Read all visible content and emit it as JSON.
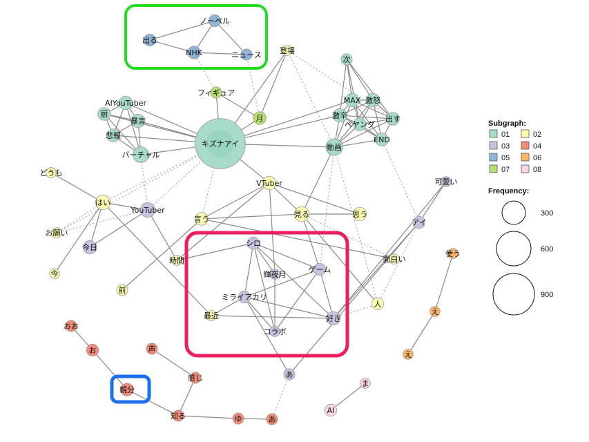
{
  "colors": {
    "01": "#a8dcc8",
    "02": "#ffffb3",
    "03": "#c4c4e0",
    "04": "#f28b78",
    "05": "#8fb4d6",
    "06": "#fdb668",
    "07": "#b8de6f",
    "08": "#fcd5e6"
  },
  "highlight_colors": {
    "green": "#22dd22",
    "red": "#ee1f5e",
    "blue": "#1e6ff0"
  },
  "legend": {
    "subgraph_title": "Subgraph:",
    "subgraphs": [
      "01",
      "02",
      "03",
      "04",
      "05",
      "06",
      "07",
      "08"
    ],
    "frequency_title": "Frequency:",
    "frequencies": [
      "300",
      "600",
      "900"
    ]
  },
  "nodes": [
    {
      "id": "ノーベル",
      "g": "05",
      "f": 20
    },
    {
      "id": "出る",
      "g": "05",
      "f": 20
    },
    {
      "id": "NHK",
      "g": "05",
      "f": 25
    },
    {
      "id": "ニュース",
      "g": "05",
      "f": 15
    },
    {
      "id": "登場",
      "g": "02",
      "f": 10
    },
    {
      "id": "次",
      "g": "01",
      "f": 15
    },
    {
      "id": "フィギュア",
      "g": "07",
      "f": 15
    },
    {
      "id": "MAX",
      "g": "01",
      "f": 30
    },
    {
      "id": "激怒",
      "g": "01",
      "f": 30
    },
    {
      "id": "AIYouTuber",
      "g": "01",
      "f": 30
    },
    {
      "id": "厨",
      "g": "01",
      "f": 25
    },
    {
      "id": "暴言",
      "g": "01",
      "f": 30
    },
    {
      "id": "激辛",
      "g": "01",
      "f": 30
    },
    {
      "id": "出す",
      "g": "01",
      "f": 25
    },
    {
      "id": "ペヤング",
      "g": "01",
      "f": 25
    },
    {
      "id": "月",
      "g": "07",
      "f": 25
    },
    {
      "id": "悲報",
      "g": "01",
      "f": 25
    },
    {
      "id": "キズナアイ",
      "g": "01",
      "f": 950
    },
    {
      "id": "END",
      "g": "01",
      "f": 25
    },
    {
      "id": "動画",
      "g": "01",
      "f": 60
    },
    {
      "id": "バーチャル",
      "g": "01",
      "f": 50
    },
    {
      "id": "どうも",
      "g": "02",
      "f": 10
    },
    {
      "id": "VTuber",
      "g": "02",
      "f": 30
    },
    {
      "id": "可愛い",
      "g": "03",
      "f": 10
    },
    {
      "id": "はい",
      "g": "02",
      "f": 40
    },
    {
      "id": "YouTuber",
      "g": "03",
      "f": 40
    },
    {
      "id": "言う",
      "g": "02",
      "f": 25
    },
    {
      "id": "見る",
      "g": "02",
      "f": 40
    },
    {
      "id": "思う",
      "g": "02",
      "f": 30
    },
    {
      "id": "アイ",
      "g": "03",
      "f": 20
    },
    {
      "id": "お願い",
      "g": "02",
      "f": 10
    },
    {
      "id": "シロ",
      "g": "03",
      "f": 20
    },
    {
      "id": "今日",
      "g": "03",
      "f": 30
    },
    {
      "id": "使う",
      "g": "06",
      "f": 10
    },
    {
      "id": "面白い",
      "g": "02",
      "f": 10
    },
    {
      "id": "時間",
      "g": "02",
      "f": 10
    },
    {
      "id": "ゲーム",
      "g": "03",
      "f": 20
    },
    {
      "id": "輝夜月",
      "g": "03",
      "f": 10
    },
    {
      "id": "今",
      "g": "02",
      "f": 10
    },
    {
      "id": "前",
      "g": "02",
      "f": 15
    },
    {
      "id": "ミライアカリ",
      "g": "03",
      "f": 20
    },
    {
      "id": "人",
      "g": "02",
      "f": 20
    },
    {
      "id": "最近",
      "g": "02",
      "f": 10
    },
    {
      "id": "好き",
      "g": "03",
      "f": 30
    },
    {
      "id": "え",
      "g": "06",
      "f": 10
    },
    {
      "id": "おお",
      "g": "04",
      "f": 15
    },
    {
      "id": "コラボ",
      "g": "03",
      "f": 10
    },
    {
      "id": "お",
      "g": "04",
      "f": 20
    },
    {
      "id": "声",
      "g": "04",
      "f": 15
    },
    {
      "id": "え2",
      "g": "06",
      "f": 10
    },
    {
      "id": "あ",
      "g": "03",
      "f": 15
    },
    {
      "id": "感じ",
      "g": "04",
      "f": 15
    },
    {
      "id": "ま",
      "g": "08",
      "f": 10
    },
    {
      "id": "親分",
      "g": "04",
      "f": 25
    },
    {
      "id": "知る",
      "g": "04",
      "f": 15
    },
    {
      "id": "AI",
      "g": "08",
      "f": 20
    },
    {
      "id": "ゆ",
      "g": "04",
      "f": 15
    },
    {
      "id": "あ2",
      "g": "04",
      "f": 15
    }
  ],
  "labels": {
    "ノーベル": "ノーベル",
    "出る": "出る",
    "NHK": "NHK",
    "ニュース": "ニュース",
    "登場": "登場",
    "次": "次",
    "フィギュア": "フィギュア",
    "MAX": "MAX",
    "激怒": "激怒",
    "AIYouTuber": "AIYouTuber",
    "厨": "厨",
    "暴言": "暴言",
    "激辛": "激辛",
    "出す": "出す",
    "ペヤング": "ペヤング",
    "月": "月",
    "悲報": "悲報",
    "キズナアイ": "キズナアイ",
    "END": "END",
    "動画": "動画",
    "バーチャル": "バーチャル",
    "どうも": "どうも",
    "VTuber": "VTuber",
    "可愛い": "可愛い",
    "はい": "はい",
    "YouTuber": "YouTuber",
    "言う": "言う",
    "見る": "見る",
    "思う": "思う",
    "アイ": "アイ",
    "お願い": "お願い",
    "シロ": "シロ",
    "今日": "今日",
    "使う": "使う",
    "面白い": "面白い",
    "時間": "時間",
    "ゲーム": "ゲーム",
    "輝夜月": "輝夜月",
    "今": "今",
    "前": "前",
    "ミライアカリ": "ミライアカリ",
    "人": "人",
    "最近": "最近",
    "好き": "好き",
    "え": "え",
    "おお": "おお",
    "コラボ": "コラボ",
    "お": "お",
    "声": "声",
    "え2": "え",
    "あ": "あ",
    "感じ": "感じ",
    "ま": "ま",
    "親分": "親分",
    "知る": "知る",
    "AI": "AI",
    "ゆ": "ゆ",
    "あ2": "あ"
  },
  "edges": [
    [
      "ノーベル",
      "出る"
    ],
    [
      "ノーベル",
      "NHK"
    ],
    [
      "ノーベル",
      "ニュース"
    ],
    [
      "出る",
      "NHK"
    ],
    [
      "NHK",
      "ニュース"
    ],
    [
      "AIYouTuber",
      "厨"
    ],
    [
      "AIYouTuber",
      "暴言"
    ],
    [
      "AIYouTuber",
      "悲報"
    ],
    [
      "AIYouTuber",
      "バーチャル"
    ],
    [
      "AIYouTuber",
      "キズナアイ"
    ],
    [
      "厨",
      "暴言"
    ],
    [
      "厨",
      "悲報"
    ],
    [
      "厨",
      "バーチャル"
    ],
    [
      "厨",
      "キズナアイ"
    ],
    [
      "暴言",
      "悲報"
    ],
    [
      "暴言",
      "バーチャル"
    ],
    [
      "暴言",
      "キズナアイ"
    ],
    [
      "悲報",
      "バーチャル"
    ],
    [
      "悲報",
      "キズナアイ"
    ],
    [
      "バーチャル",
      "キズナアイ"
    ],
    [
      "キズナアイ",
      "フィギュア"
    ],
    [
      "キズナアイ",
      "月"
    ],
    [
      "キズナアイ",
      "動画"
    ],
    [
      "キズナアイ",
      "MAX"
    ],
    [
      "キズナアイ",
      "登場"
    ],
    [
      "キズナアイ",
      "VTuber"
    ],
    [
      "キズナアイ",
      "激辛"
    ],
    [
      "フィギュア",
      "月"
    ],
    [
      "登場",
      "月"
    ],
    [
      "次",
      "MAX"
    ],
    [
      "次",
      "激怒"
    ],
    [
      "次",
      "激辛"
    ],
    [
      "次",
      "出す"
    ],
    [
      "次",
      "ペヤング"
    ],
    [
      "MAX",
      "激怒"
    ],
    [
      "MAX",
      "激辛"
    ],
    [
      "MAX",
      "出す"
    ],
    [
      "MAX",
      "ペヤング"
    ],
    [
      "MAX",
      "END"
    ],
    [
      "MAX",
      "動画"
    ],
    [
      "激怒",
      "激辛"
    ],
    [
      "激怒",
      "出す"
    ],
    [
      "激怒",
      "ペヤング"
    ],
    [
      "激怒",
      "END"
    ],
    [
      "激怒",
      "動画"
    ],
    [
      "激辛",
      "出す"
    ],
    [
      "激辛",
      "ペヤング"
    ],
    [
      "激辛",
      "END"
    ],
    [
      "激辛",
      "動画"
    ],
    [
      "出す",
      "ペヤング"
    ],
    [
      "出す",
      "END"
    ],
    [
      "出す",
      "動画"
    ],
    [
      "ペヤング",
      "END"
    ],
    [
      "ペヤング",
      "動画"
    ],
    [
      "END",
      "動画"
    ],
    [
      "動画",
      "見る"
    ],
    [
      "VTuber",
      "言う"
    ],
    [
      "VTuber",
      "見る"
    ],
    [
      "VTuber",
      "思う"
    ],
    [
      "VTuber",
      "時間"
    ],
    [
      "VTuber",
      "輝夜月"
    ],
    [
      "見る",
      "思う"
    ],
    [
      "見る",
      "言う"
    ],
    [
      "見る",
      "人"
    ],
    [
      "見る",
      "ゲーム"
    ],
    [
      "はい",
      "今日"
    ],
    [
      "はい",
      "どうも"
    ],
    [
      "はい",
      "今"
    ],
    [
      "はい",
      "YouTuber"
    ],
    [
      "はい",
      "最近"
    ],
    [
      "YouTuber",
      "今日"
    ],
    [
      "YouTuber",
      "時間"
    ],
    [
      "言う",
      "前"
    ],
    [
      "言う",
      "面白い"
    ],
    [
      "シロ",
      "ミライアカリ"
    ],
    [
      "シロ",
      "ゲーム"
    ],
    [
      "シロ",
      "好き"
    ],
    [
      "シロ",
      "コラボ"
    ],
    [
      "シロ",
      "輝夜月"
    ],
    [
      "シロ",
      "時間"
    ],
    [
      "ゲーム",
      "ミライアカリ"
    ],
    [
      "ゲーム",
      "好き"
    ],
    [
      "ゲーム",
      "コラボ"
    ],
    [
      "ミライアカリ",
      "最近"
    ],
    [
      "ミライアカリ",
      "コラボ"
    ],
    [
      "ミライアカリ",
      "好き"
    ],
    [
      "ミライアカリ",
      "あ"
    ],
    [
      "最近",
      "好き"
    ],
    [
      "輝夜月",
      "コラボ"
    ],
    [
      "好き",
      "アイ"
    ],
    [
      "好き",
      "可愛い"
    ],
    [
      "アイ",
      "可愛い"
    ],
    [
      "あ",
      "アイ"
    ],
    [
      "使う",
      "え"
    ],
    [
      "え",
      "え2"
    ],
    [
      "おお",
      "お"
    ],
    [
      "お",
      "親分"
    ],
    [
      "親分",
      "知る"
    ],
    [
      "声",
      "感じ"
    ],
    [
      "感じ",
      "知る"
    ],
    [
      "知る",
      "ゆ"
    ],
    [
      "ゆ",
      "あ2"
    ],
    [
      "ま",
      "AI"
    ]
  ],
  "dotted_edges": [
    [
      "NHK",
      "フィギュア"
    ],
    [
      "ニュース",
      "月"
    ],
    [
      "登場",
      "動画"
    ],
    [
      "登場",
      "出す"
    ],
    [
      "キズナアイ",
      "はい"
    ],
    [
      "キズナアイ",
      "YouTuber"
    ],
    [
      "キズナアイ",
      "お願い"
    ],
    [
      "キズナアイ",
      "言う"
    ],
    [
      "はい",
      "お願い"
    ],
    [
      "YouTuber",
      "お願い"
    ],
    [
      "動画",
      "見る"
    ],
    [
      "動画",
      "人"
    ],
    [
      "動画",
      "ゲーム"
    ],
    [
      "END",
      "アイ"
    ],
    [
      "アイ",
      "人"
    ],
    [
      "見る",
      "面白い"
    ],
    [
      "人",
      "好き"
    ],
    [
      "あ",
      "あ2"
    ],
    [
      "YouTuber",
      "バーチャル"
    ]
  ]
}
